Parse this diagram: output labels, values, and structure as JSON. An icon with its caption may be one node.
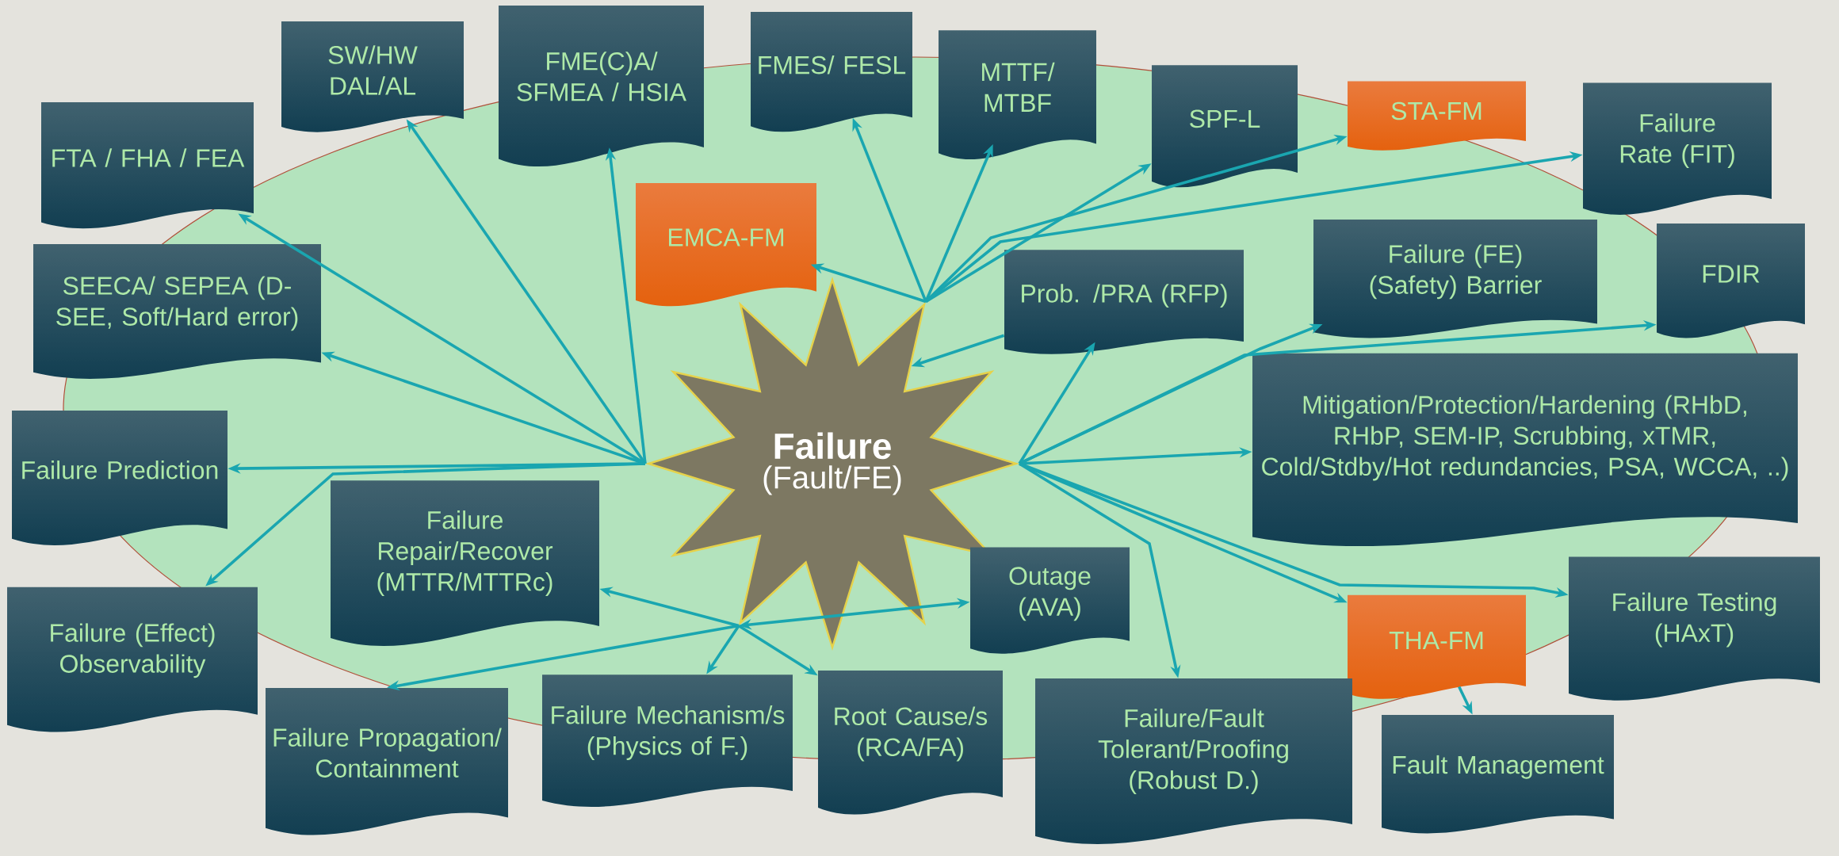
{
  "diagram": {
    "nodes": [
      {
        "text": [
          "Failure",
          "(Fault/FE)"
        ]
      },
      {
        "text": [
          "SW/HW DAL/AL"
        ]
      },
      {
        "text": [
          "FME(C)A/ SFMEA / HSIA"
        ]
      },
      {
        "text": [
          "FMES/ FESL"
        ]
      },
      {
        "text": [
          "MTTF/ MTBF"
        ]
      },
      {
        "text": [
          "SPF-L"
        ]
      },
      {
        "text": [
          "STA-FM"
        ]
      },
      {
        "text": [
          "Failure Rate (FIT)"
        ]
      },
      {
        "text": [
          "FTA / FHA / FEA"
        ]
      },
      {
        "text": [
          "EMCA-FM"
        ]
      },
      {
        "text": [
          "SEECA/ SEPEA (D-SEE, Soft/Hard error)"
        ]
      },
      {
        "text": [
          "Prob. /PRA (RFP)"
        ]
      },
      {
        "text": [
          "Failure (FE) (Safety) Barrier"
        ]
      },
      {
        "text": [
          "FDIR"
        ]
      },
      {
        "text": [
          "Mitigation/Protection/Hardening (RHbD, RHbP, SEM-IP, Scrubbing, xTMR, Cold/Stdby/Hot redundancies, PSA, WCCA, ..)"
        ]
      },
      {
        "text": [
          "Failure Prediction"
        ]
      },
      {
        "text": [
          "Failure Repair/Recover (MTTR/MTTRc)"
        ]
      },
      {
        "text": [
          "Outage (AVA)"
        ]
      },
      {
        "text": [
          "Failure (Effect) Observability"
        ]
      },
      {
        "text": [
          "THA-FM"
        ]
      },
      {
        "text": [
          "Failure Testing (HAxT)"
        ]
      },
      {
        "text": [
          "Failure Propagation/ Containment"
        ]
      },
      {
        "text": [
          "Failure Mechanism/s (Physics of F.)"
        ]
      },
      {
        "text": [
          "Root Cause/s (RCA/FA)"
        ]
      },
      {
        "text": [
          "Failure/Fault Tolerant/Proofing (Robust D.)"
        ]
      },
      {
        "text": [
          "Fault Management"
        ]
      }
    ],
    "edges": [
      {
        "from": 0,
        "to": 8,
        "arrow": "to"
      },
      {
        "from": 0,
        "to": 1,
        "arrow": "to"
      },
      {
        "from": 0,
        "to": 2,
        "arrow": "to"
      },
      {
        "from": 0,
        "to": 10,
        "arrow": "to"
      },
      {
        "from": 0,
        "to": 15,
        "arrow": "to"
      },
      {
        "from": 0,
        "to": 18,
        "arrow": "to"
      },
      {
        "from": 0,
        "to": 9,
        "arrow": "to"
      },
      {
        "from": 0,
        "to": 3,
        "arrow": "to"
      },
      {
        "from": 0,
        "to": 4,
        "arrow": "to"
      },
      {
        "from": 0,
        "to": 5,
        "arrow": "to"
      },
      {
        "from": 0,
        "to": 6,
        "arrow": "to"
      },
      {
        "from": 0,
        "to": 7,
        "arrow": "to"
      },
      {
        "from": 11,
        "to": 0,
        "arrow": "to"
      },
      {
        "from": 0,
        "to": 11,
        "arrow": "to"
      },
      {
        "from": 0,
        "to": 12,
        "arrow": "to"
      },
      {
        "from": 0,
        "to": 13,
        "arrow": "to"
      },
      {
        "from": 0,
        "to": 14,
        "arrow": "to"
      },
      {
        "from": 0,
        "to": 19,
        "arrow": "to"
      },
      {
        "from": 0,
        "to": 20,
        "arrow": "to"
      },
      {
        "from": 19,
        "to": 25,
        "arrow": "to"
      },
      {
        "from": 0,
        "to": 24,
        "arrow": "to"
      },
      {
        "from": 0,
        "to": 16,
        "arrow": "to"
      },
      {
        "from": 0,
        "to": 17,
        "arrow": "both"
      },
      {
        "from": 0,
        "to": 21,
        "arrow": "to"
      },
      {
        "from": 0,
        "to": 22,
        "arrow": "to"
      },
      {
        "from": 0,
        "to": 23,
        "arrow": "to"
      }
    ]
  }
}
